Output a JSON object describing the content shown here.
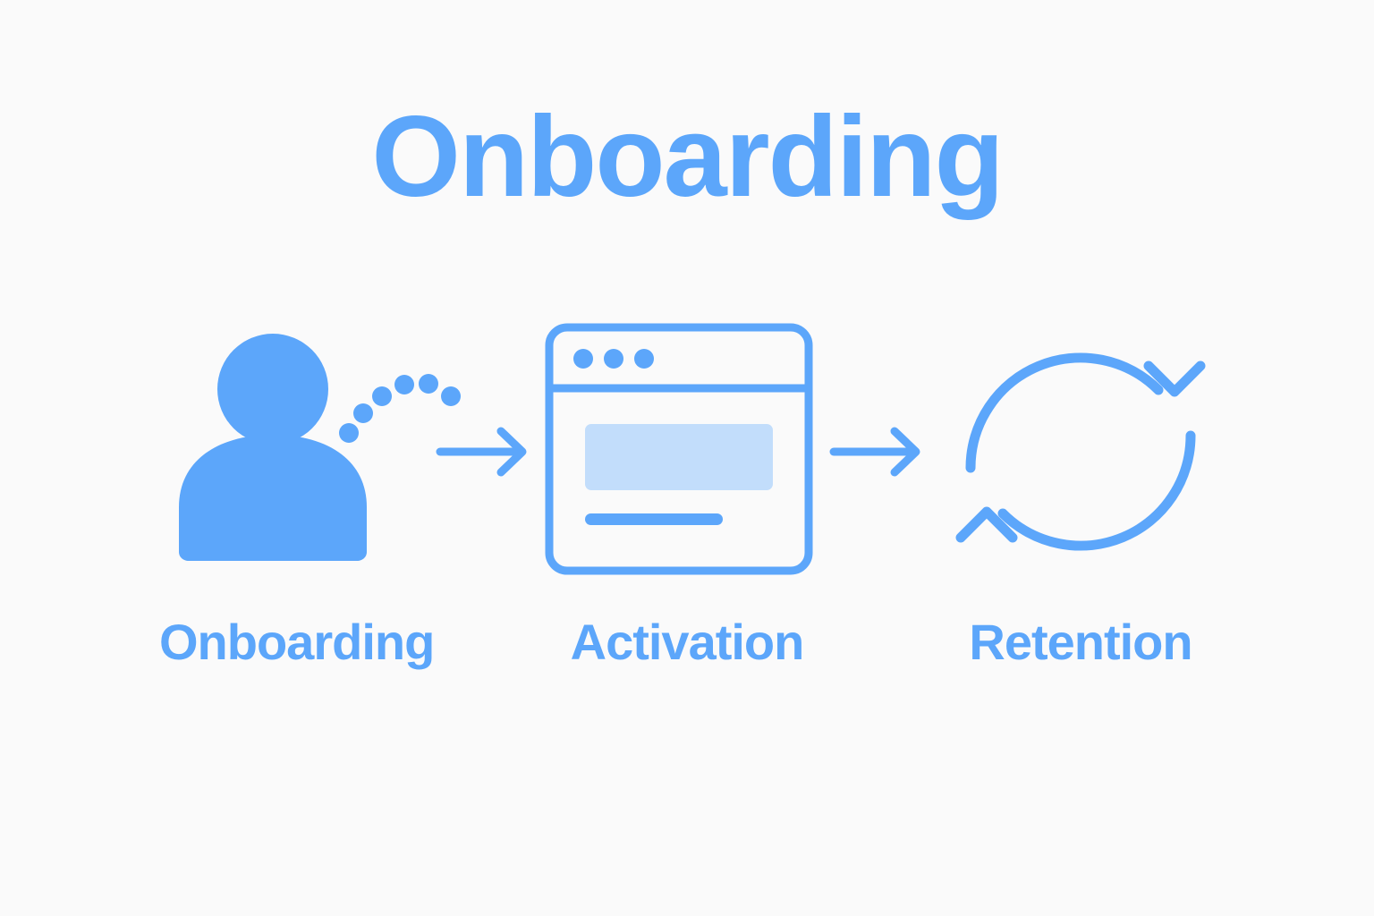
{
  "page": {
    "background_color": "#FAFAFA",
    "accent_color": "#5CA6FA",
    "accent_light_color": "#C2DDFB",
    "title": "Onboarding"
  },
  "flow": {
    "stages": [
      {
        "id": "onboarding",
        "label": "Onboarding",
        "icon": "user-person-icon",
        "icon_detail": "filled person silhouette with dotted arc trail"
      },
      {
        "id": "activation",
        "label": "Activation",
        "icon": "browser-window-icon",
        "icon_detail": "outlined browser window with three dots, filled content block and a text bar"
      },
      {
        "id": "retention",
        "label": "Retention",
        "icon": "refresh-cycle-icon",
        "icon_detail": "two circular arrows forming a continuous loop"
      }
    ],
    "connectors": [
      {
        "id": "connector-1",
        "icon": "arrow-right-icon",
        "from": "onboarding",
        "to": "activation"
      },
      {
        "id": "connector-2",
        "icon": "arrow-right-icon",
        "from": "activation",
        "to": "retention"
      }
    ]
  }
}
